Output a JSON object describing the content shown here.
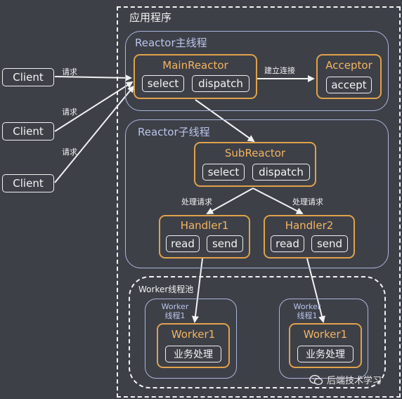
{
  "app": {
    "title": "应用程序"
  },
  "clients": [
    {
      "label": "Client",
      "request": "请求"
    },
    {
      "label": "Client",
      "request": "请求"
    },
    {
      "label": "Client",
      "request": "请求"
    }
  ],
  "main_thread": {
    "title": "Reactor主线程",
    "main_reactor": {
      "title": "MainReactor",
      "select": "select",
      "dispatch": "dispatch"
    },
    "connection_label": "建立连接",
    "acceptor": {
      "title": "Acceptor",
      "accept": "accept"
    }
  },
  "sub_thread": {
    "title": "Reactor子线程",
    "sub_reactor": {
      "title": "SubReactor",
      "select": "select",
      "dispatch": "dispatch"
    },
    "handle_label_left": "处理请求",
    "handle_label_right": "处理请求",
    "handler1": {
      "title": "Handler1",
      "read": "read",
      "send": "send"
    },
    "handler2": {
      "title": "Handler2",
      "read": "read",
      "send": "send"
    }
  },
  "worker_pool": {
    "title": "Worker线程池",
    "workers": [
      {
        "thread_label_line1": "Worker",
        "thread_label_line2": "线程1",
        "title": "Worker1",
        "task": "业务处理"
      },
      {
        "thread_label_line1": "Worker",
        "thread_label_line2": "线程1",
        "title": "Worker1",
        "task": "业务处理"
      }
    ]
  },
  "watermark": {
    "text": "后端技术学习"
  },
  "colors": {
    "background": "#3e4048",
    "orange": "#e0a24a",
    "blue_border": "#aab6da",
    "white": "#f2f2f2"
  }
}
